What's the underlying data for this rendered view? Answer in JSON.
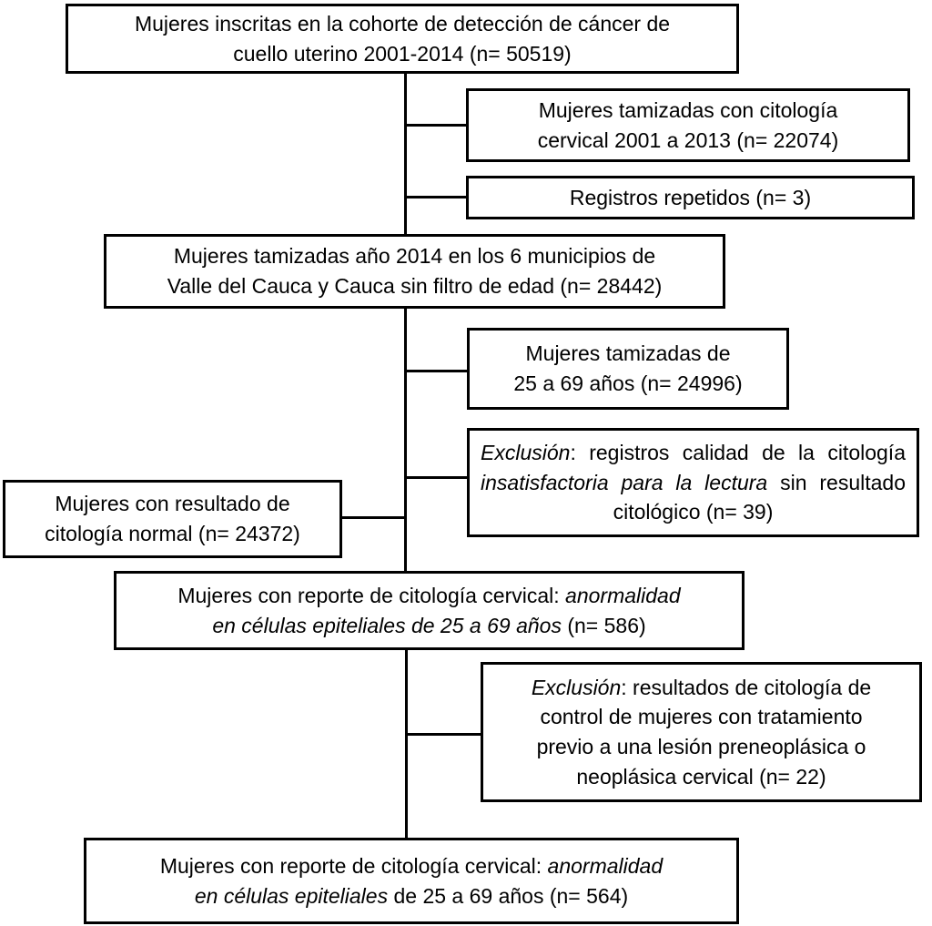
{
  "colors": {
    "background": "#ffffff",
    "line": "#000000",
    "text": "#000000"
  },
  "nodes": [
    {
      "id": "cohorte-inscritas",
      "n": 50519,
      "segments": [
        {
          "t": "Mujeres inscritas en la cohorte de detección de cáncer de\ncuello uterino 2001-2014 (n= 50519)",
          "i": false
        }
      ]
    },
    {
      "id": "tamizadas-2001-2013",
      "n": 22074,
      "segments": [
        {
          "t": "Mujeres tamizadas con citología\ncervical 2001 a 2013 (n= 22074)",
          "i": false
        }
      ]
    },
    {
      "id": "registros-repetidos",
      "n": 3,
      "segments": [
        {
          "t": "Registros repetidos (n= 3)",
          "i": false
        }
      ]
    },
    {
      "id": "tamizadas-2014",
      "n": 28442,
      "segments": [
        {
          "t": "Mujeres tamizadas año 2014 en los 6 municipios de\nValle del Cauca y Cauca sin filtro de edad (n= 28442)",
          "i": false
        }
      ]
    },
    {
      "id": "tamizadas-25-69",
      "n": 24996,
      "segments": [
        {
          "t": "Mujeres tamizadas de\n25 a 69 años (n= 24996)",
          "i": false
        }
      ]
    },
    {
      "id": "exclusion-insatisfactoria",
      "n": 39,
      "segments": [
        {
          "t": "Exclusión",
          "i": true
        },
        {
          "t": ": registros calidad de la citología ",
          "i": false
        },
        {
          "t": "insatisfactoria para la lectura",
          "i": true
        },
        {
          "t": " sin resultado citológico (n= 39)",
          "i": false
        }
      ]
    },
    {
      "id": "citologia-normal",
      "n": 24372,
      "segments": [
        {
          "t": "Mujeres con resultado de\ncitología normal (n= 24372)",
          "i": false
        }
      ]
    },
    {
      "id": "anormalidad-586",
      "n": 586,
      "segments": [
        {
          "t": "Mujeres con reporte de citología cervical: ",
          "i": false
        },
        {
          "t": "anormalidad\nen células epiteliales de 25 a 69 años",
          "i": true
        },
        {
          "t": " (n= 586)",
          "i": false
        }
      ]
    },
    {
      "id": "exclusion-control",
      "n": 22,
      "segments": [
        {
          "t": "Exclusión",
          "i": true
        },
        {
          "t": ": resultados de citología de\ncontrol de mujeres con tratamiento\nprevio a una lesión preneoplásica o\nneoplásica cervical (n= 22)",
          "i": false
        }
      ]
    },
    {
      "id": "anormalidad-564",
      "n": 564,
      "segments": [
        {
          "t": "Mujeres con reporte de citología cervical: ",
          "i": false
        },
        {
          "t": "anormalidad\nen células epiteliales",
          "i": true
        },
        {
          "t": " de 25 a 69 años (n= 564)",
          "i": false
        }
      ]
    }
  ],
  "edges": [
    {
      "from": "cohorte-inscritas",
      "to": "tamizadas-2001-2013"
    },
    {
      "from": "cohorte-inscritas",
      "to": "registros-repetidos"
    },
    {
      "from": "cohorte-inscritas",
      "to": "tamizadas-2014"
    },
    {
      "from": "tamizadas-2014",
      "to": "tamizadas-25-69"
    },
    {
      "from": "tamizadas-2014",
      "to": "exclusion-insatisfactoria"
    },
    {
      "from": "tamizadas-2014",
      "to": "citologia-normal"
    },
    {
      "from": "tamizadas-2014",
      "to": "anormalidad-586"
    },
    {
      "from": "anormalidad-586",
      "to": "exclusion-control"
    },
    {
      "from": "anormalidad-586",
      "to": "anormalidad-564"
    }
  ]
}
